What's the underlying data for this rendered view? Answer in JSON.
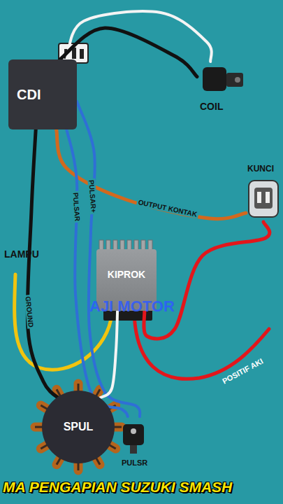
{
  "diagram": {
    "title": "MA PENGAPIAN SUZUKI SMASH",
    "nodes": [
      {
        "text": [
          "CDI"
        ]
      },
      {
        "text": [
          "COIL"
        ]
      },
      {
        "text": [
          "KUNCI"
        ]
      },
      {
        "text": [
          "KIPROK"
        ]
      },
      {
        "text": [
          "SPUL"
        ]
      },
      {
        "text": [
          "PULSR"
        ]
      }
    ],
    "edges": [
      {
        "from": 0,
        "to": 1,
        "arrow": "none"
      },
      {
        "from": 0,
        "to": 2,
        "label": "OUTPUT KONTAK",
        "arrow": "none"
      },
      {
        "from": 0,
        "to": 5,
        "label": "PULSAR",
        "arrow": "none"
      },
      {
        "from": 0,
        "to": 5,
        "label": "PULSAR+",
        "arrow": "none"
      },
      {
        "from": 0,
        "to": 4,
        "label": "GROUND",
        "arrow": "none"
      },
      {
        "from": 0,
        "to": 1,
        "arrow": "none"
      },
      {
        "from": 2,
        "to": 3,
        "arrow": "none"
      },
      {
        "from": 3,
        "to": 4,
        "arrow": "none"
      }
    ],
    "labels": [
      "LAMPU",
      "POSITIF AKI",
      "AJI MOTOR"
    ]
  }
}
